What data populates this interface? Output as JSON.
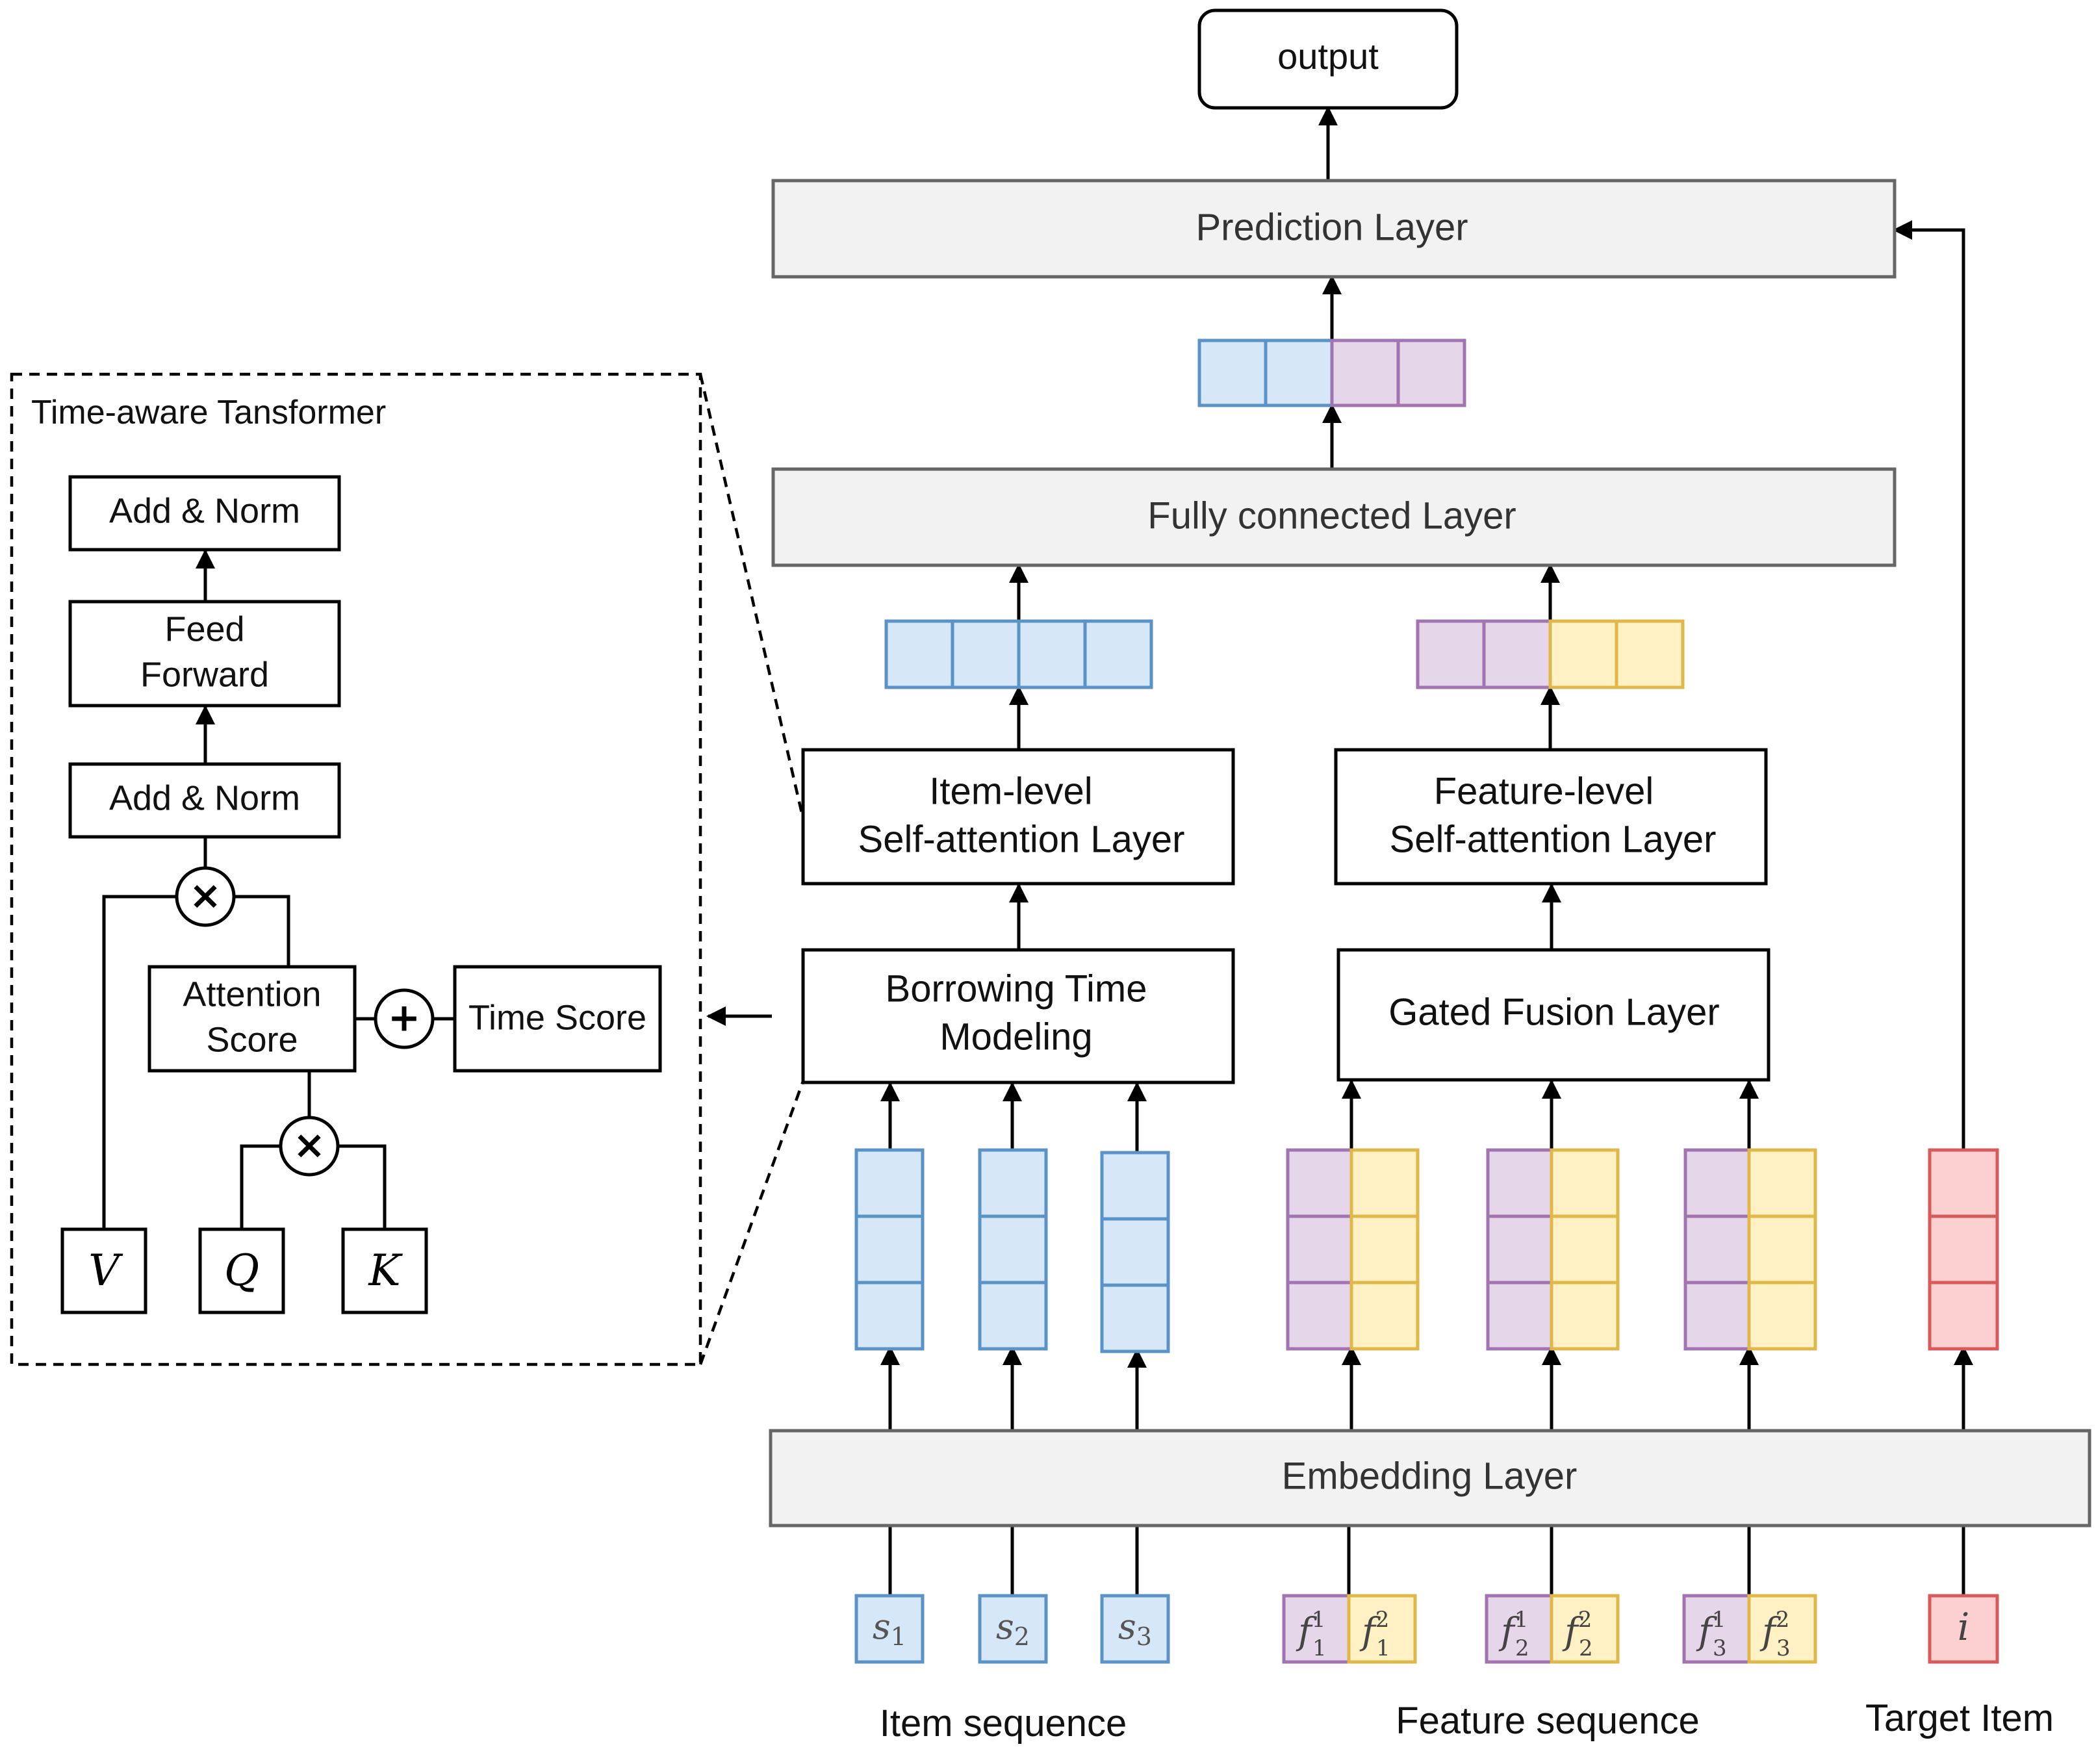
{
  "colors": {
    "blue_fill": "#d6e7f7",
    "blue_stroke": "#5b93c9",
    "purple_fill": "#e6d6ea",
    "purple_stroke": "#a374b2",
    "yellow_fill": "#fff1c4",
    "yellow_stroke": "#e0b84a",
    "red_fill": "#fcd0d0",
    "red_stroke": "#d95a5a",
    "layer_fill": "#f2f2f2",
    "layer_stroke": "#666666"
  },
  "output": {
    "label": "output"
  },
  "layers": {
    "prediction": "Prediction Layer",
    "fully_connected": "Fully connected Layer",
    "embedding": "Embedding Layer"
  },
  "item_branch": {
    "self_attention_line1": "Item-level",
    "self_attention_line2": "Self-attention Layer",
    "time_modeling_line1": "Borrowing Time",
    "time_modeling_line2": "Modeling"
  },
  "feature_branch": {
    "self_attention_line1": "Feature-level",
    "self_attention_line2": "Self-attention Layer",
    "gated_fusion": "Gated Fusion Layer"
  },
  "inset": {
    "title": "Time-aware Tansformer",
    "add_norm_top": "Add & Norm",
    "feed_forward_line1": "Feed",
    "feed_forward_line2": "Forward",
    "add_norm_bottom": "Add & Norm",
    "attention_score_line1": "Attention",
    "attention_score_line2": "Score",
    "time_score": "Time Score",
    "times_symbol": "×",
    "plus_symbol": "+",
    "v": "V",
    "q": "Q",
    "k": "K"
  },
  "inputs": {
    "s1": {
      "base": "s",
      "sub": "1"
    },
    "s2": {
      "base": "s",
      "sub": "2"
    },
    "s3": {
      "base": "s",
      "sub": "3"
    },
    "f11": {
      "base": "f",
      "sub": "1",
      "sup": "1"
    },
    "f12": {
      "base": "f",
      "sub": "1",
      "sup": "2"
    },
    "f21": {
      "base": "f",
      "sub": "2",
      "sup": "1"
    },
    "f22": {
      "base": "f",
      "sub": "2",
      "sup": "2"
    },
    "f31": {
      "base": "f",
      "sub": "3",
      "sup": "1"
    },
    "f32": {
      "base": "f",
      "sub": "3",
      "sup": "2"
    },
    "target": {
      "base": "i"
    }
  },
  "captions": {
    "item_sequence": "Item sequence",
    "feature_sequence": "Feature sequence",
    "target_item": "Target Item"
  }
}
